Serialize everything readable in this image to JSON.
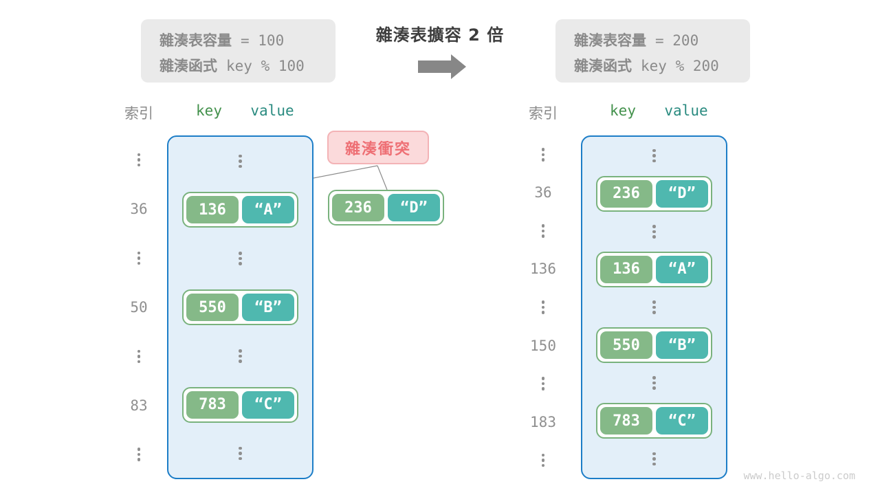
{
  "title": "雜湊表擴容 2 倍",
  "info_left": {
    "line1_label": "雜湊表容量",
    "line1_value": "= 100",
    "line2_label": "雜湊函式",
    "line2_value": "key % 100"
  },
  "info_right": {
    "line1_label": "雜湊表容量",
    "line1_value": "= 200",
    "line2_label": "雜湊函式",
    "line2_value": "key % 200"
  },
  "columns": {
    "index_label": "索引",
    "key_label": "key",
    "value_label": "value"
  },
  "collision": {
    "label": "雜湊衝突",
    "pair": {
      "key": "236",
      "value": "“D”"
    }
  },
  "left_table": {
    "rows": [
      {
        "type": "dots"
      },
      {
        "type": "pair",
        "index": "36",
        "key": "136",
        "value": "“A”"
      },
      {
        "type": "dots"
      },
      {
        "type": "pair",
        "index": "50",
        "key": "550",
        "value": "“B”"
      },
      {
        "type": "dots"
      },
      {
        "type": "pair",
        "index": "83",
        "key": "783",
        "value": "“C”"
      },
      {
        "type": "dots"
      }
    ]
  },
  "right_table": {
    "rows": [
      {
        "type": "dots"
      },
      {
        "type": "pair",
        "index": "36",
        "key": "236",
        "value": "“D”"
      },
      {
        "type": "dots"
      },
      {
        "type": "pair",
        "index": "136",
        "key": "136",
        "value": "“A”"
      },
      {
        "type": "dots"
      },
      {
        "type": "pair",
        "index": "150",
        "key": "550",
        "value": "“B”"
      },
      {
        "type": "dots"
      },
      {
        "type": "pair",
        "index": "183",
        "key": "783",
        "value": "“C”"
      },
      {
        "type": "dots"
      }
    ]
  },
  "watermark": "www.hello-algo.com",
  "colors": {
    "key_fill": "#85b988",
    "value_fill": "#4fb8af",
    "pair_border": "#79b27d",
    "box_fill": "#e3eff9",
    "box_border": "#1c7dc7",
    "collision_text": "#ee6f74",
    "collision_bg": "#fbdadb",
    "header_key_green": "#43914c",
    "header_value_teal": "#2a8b80",
    "muted_gray": "#8a8a8a",
    "title_dark": "#3d3d3d",
    "arrow_gray": "#878787"
  }
}
